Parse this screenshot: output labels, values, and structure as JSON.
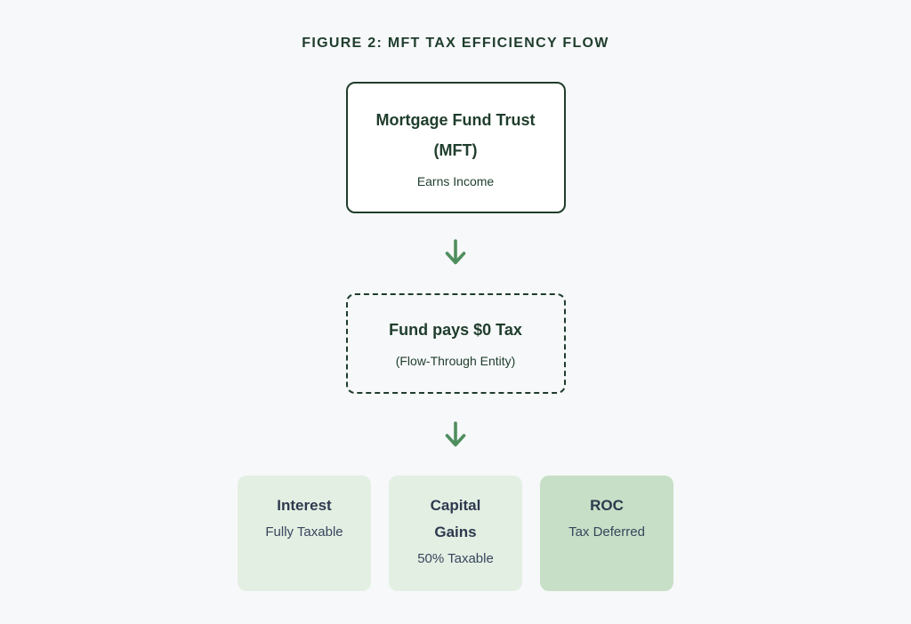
{
  "figure": {
    "title": "FIGURE 2: MFT TAX EFFICIENCY FLOW"
  },
  "flow": {
    "source": {
      "title": "Mortgage Fund Trust (MFT)",
      "subtitle": "Earns Income"
    },
    "tax": {
      "title": "Fund pays $0 Tax",
      "subtitle": "(Flow-Through Entity)"
    },
    "outcomes": [
      {
        "label": "Interest",
        "sublabel": "Fully Taxable"
      },
      {
        "label": "Capital Gains",
        "sublabel": "50% Taxable"
      },
      {
        "label": "ROC",
        "sublabel": "Tax Deferred"
      }
    ]
  },
  "icons": {
    "down_arrow": "down-arrow-icon"
  },
  "colors": {
    "page_background": "#f7f8fa",
    "dark_green_text": "#1f3d2c",
    "arrow_green": "#4e8e5e",
    "card_light_green": "#e4efe4",
    "card_dark_green": "#c7dfc6",
    "card_text_slate": "#2d3a4e",
    "source_node_background": "#ffffff"
  }
}
